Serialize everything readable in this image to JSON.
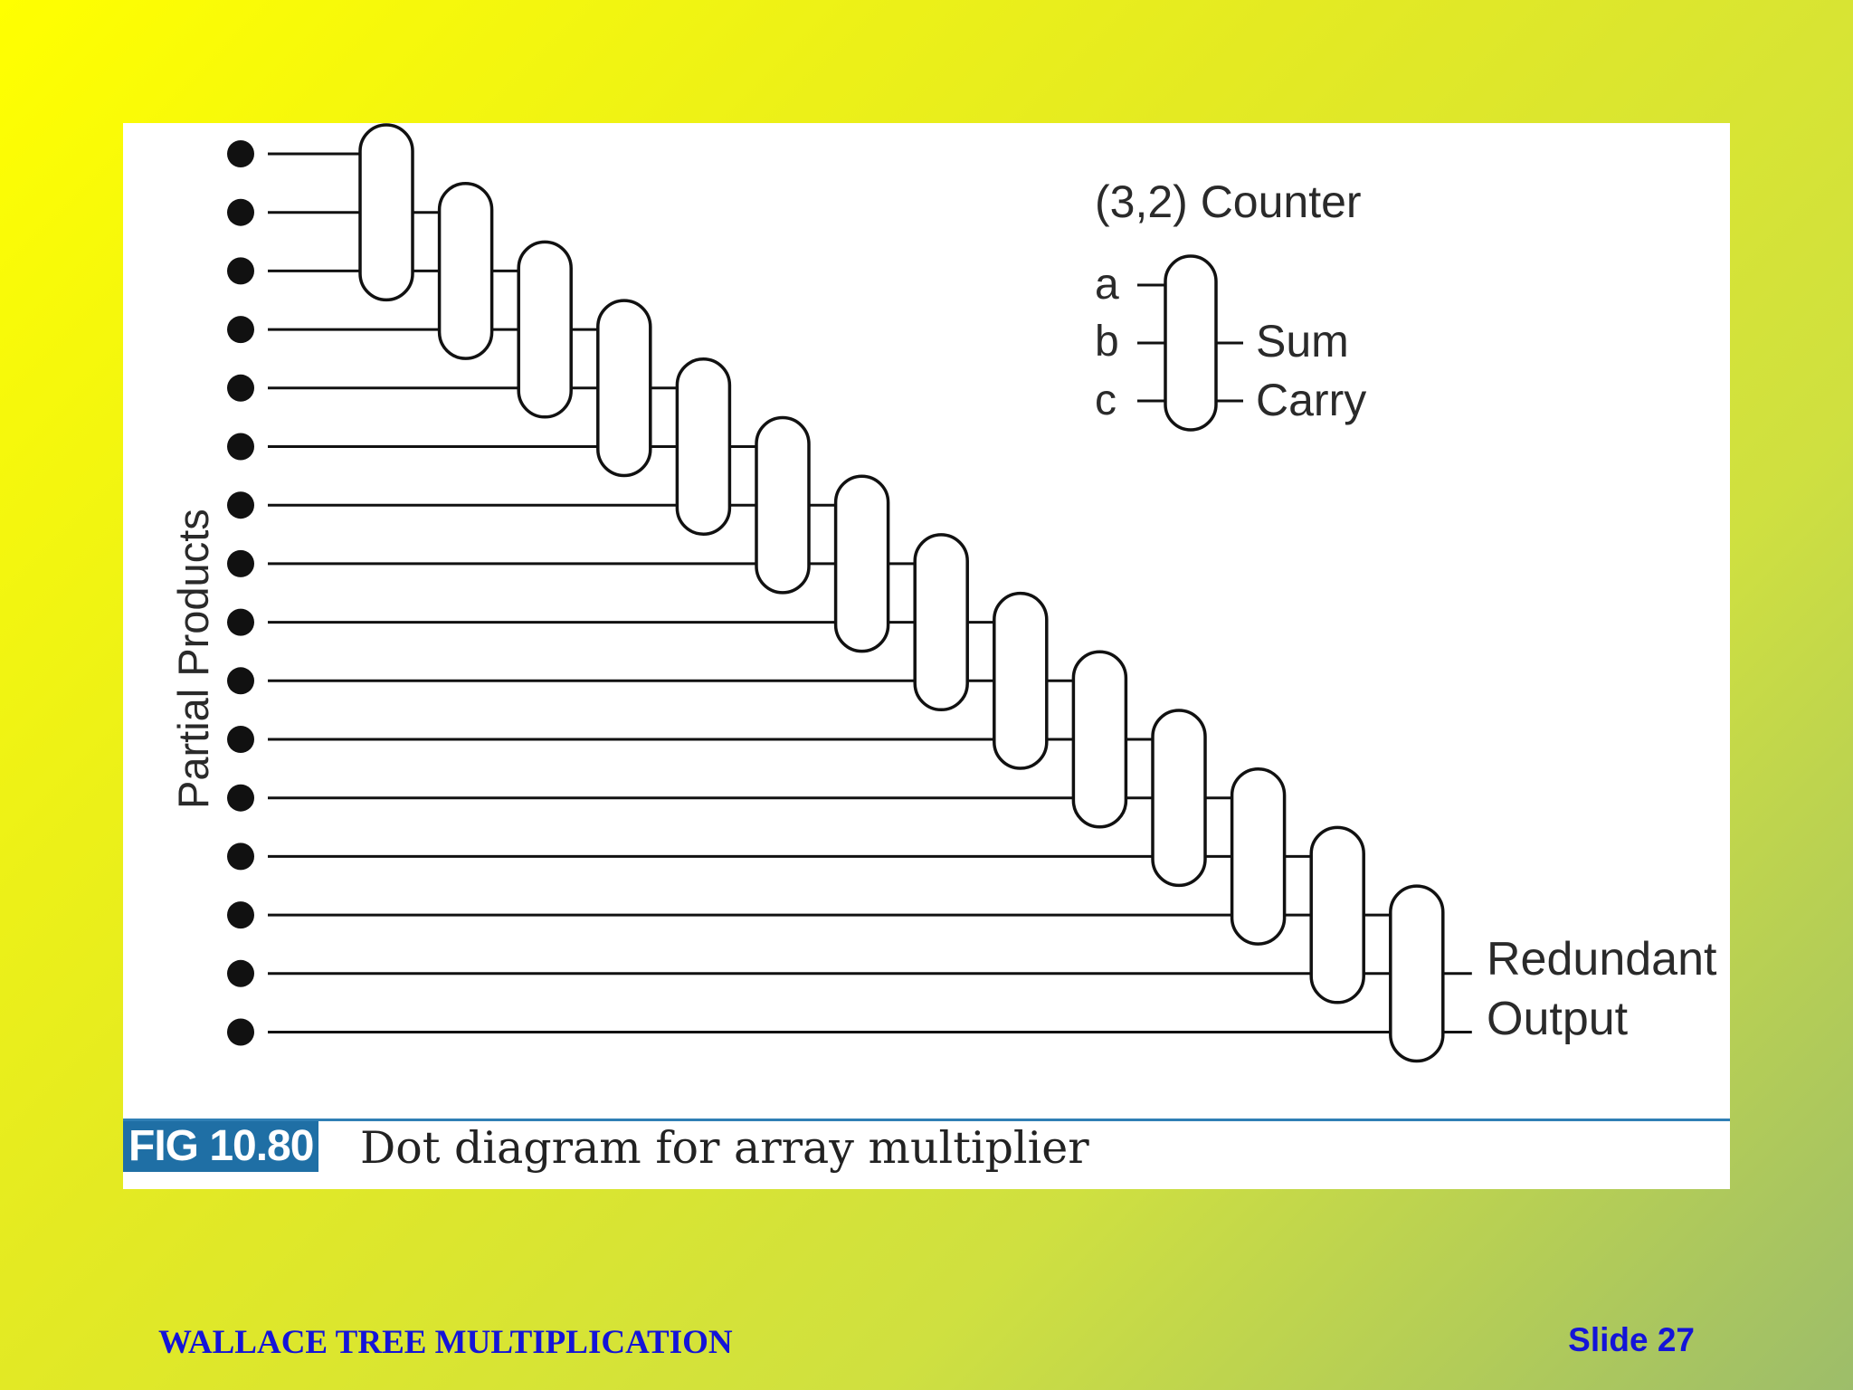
{
  "figure": {
    "axis_label": "Partial Products",
    "partial_product_count": 16,
    "counter_count": 14,
    "legend": {
      "title": "(3,2) Counter",
      "inputs": [
        "a",
        "b",
        "c"
      ],
      "outputs": [
        "Sum",
        "Carry"
      ]
    },
    "output_label": [
      "Redundant",
      "Output"
    ],
    "fig_number": "FIG 10.80",
    "caption": "Dot diagram for array multiplier"
  },
  "footer": {
    "title": "WALLACE TREE MULTIPLICATION",
    "slide_label": "Slide 27"
  },
  "colors": {
    "footer_text": "#1414d8",
    "fig_badge": "#1f6fa5",
    "ink": "#111111"
  }
}
